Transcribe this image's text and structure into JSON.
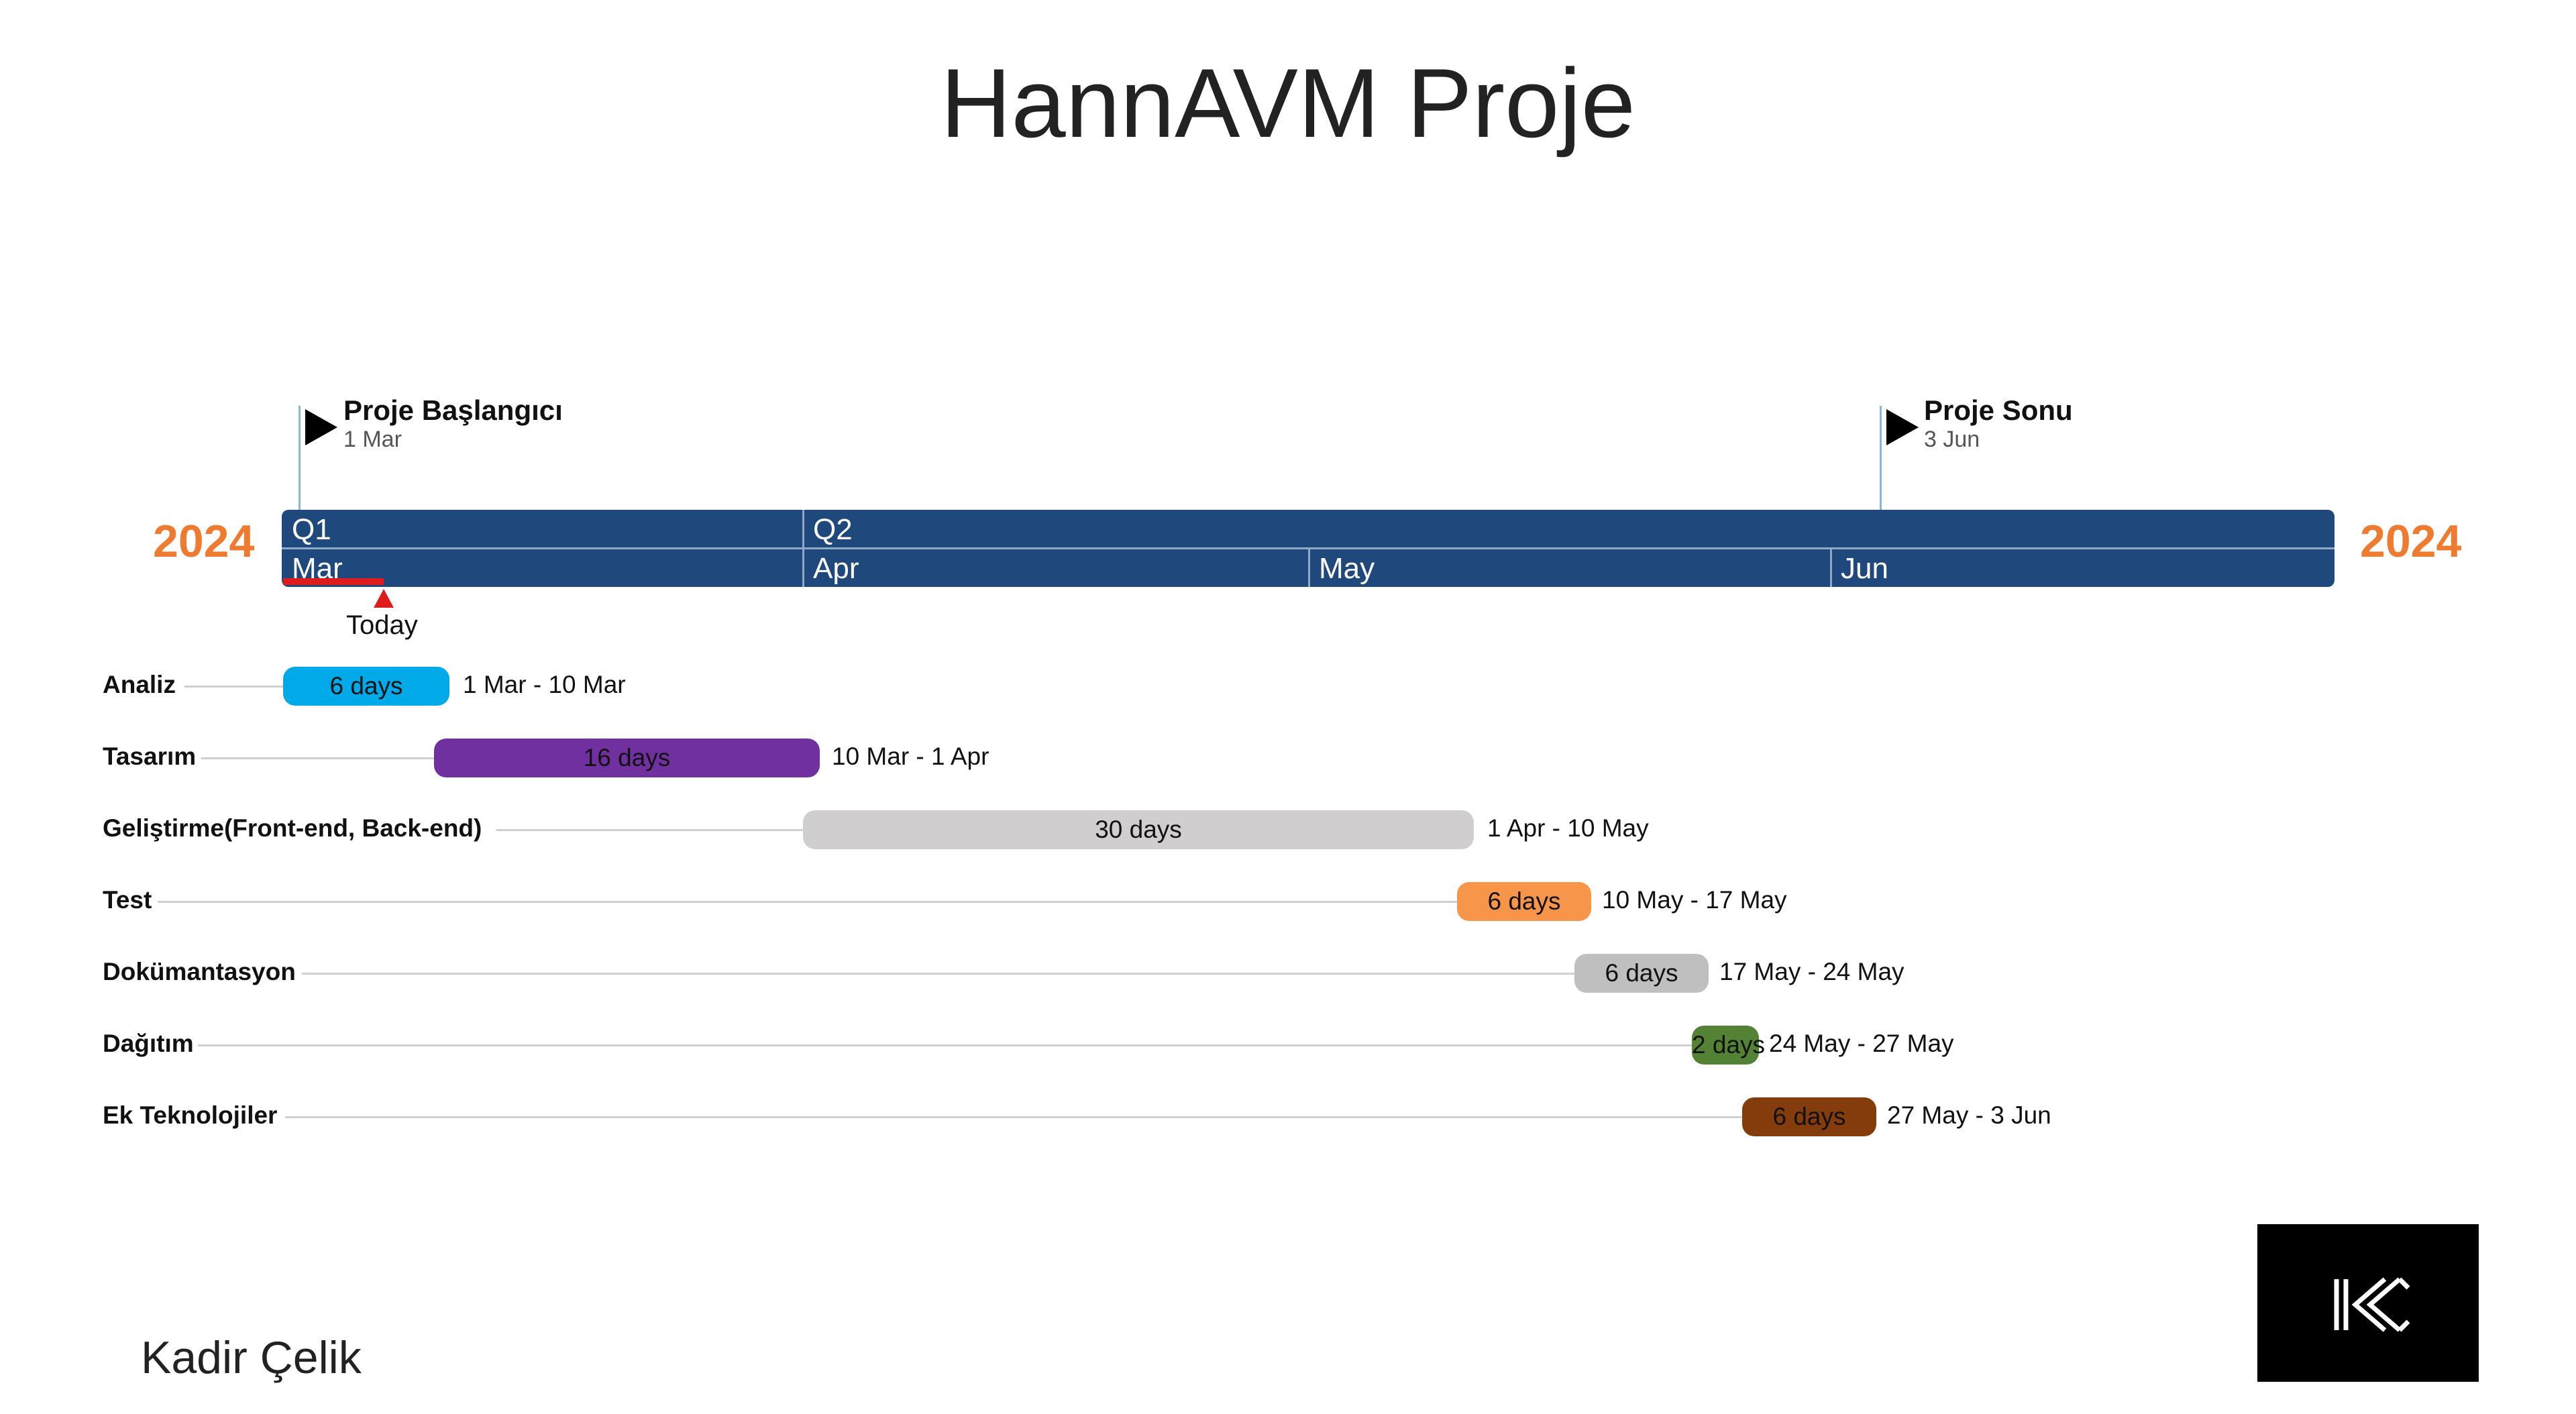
{
  "title": "HannAVM Proje",
  "year_left": "2024",
  "year_right": "2024",
  "milestones": [
    {
      "title": "Proje Başlangıcı",
      "date": "1 Mar"
    },
    {
      "title": "Proje Sonu",
      "date": "3 Jun"
    }
  ],
  "timescale": {
    "quarters": [
      "Q1",
      "Q2"
    ],
    "months": [
      "Mar",
      "Apr",
      "May",
      "Jun"
    ]
  },
  "today_label": "Today",
  "tasks": [
    {
      "name": "Analiz",
      "duration": "6 days",
      "dates": "1 Mar - 10 Mar",
      "color": "#00a9e8"
    },
    {
      "name": "Tasarım",
      "duration": "16 days",
      "dates": "10 Mar - 1 Apr",
      "color": "#7030a0"
    },
    {
      "name": "Geliştirme(Front-end, Back-end)",
      "duration": "30 days",
      "dates": "1 Apr - 10 May",
      "color": "#d0cece"
    },
    {
      "name": "Test",
      "duration": "6 days",
      "dates": "10 May - 17 May",
      "color": "#f7964a"
    },
    {
      "name": "Dokümantasyon",
      "duration": "6 days",
      "dates": "17 May - 24 May",
      "color": "#bfbfbf"
    },
    {
      "name": "Dağıtım",
      "duration": "2 days",
      "dates": "24 May - 27 May",
      "color": "#548235"
    },
    {
      "name": "Ek Teknolojiler",
      "duration": "6 days",
      "dates": "27 May - 3 Jun",
      "color": "#843c0c"
    }
  ],
  "author": "Kadir Çelik",
  "accent_color": "#ee7b30",
  "timescale_color": "#1f497d"
}
